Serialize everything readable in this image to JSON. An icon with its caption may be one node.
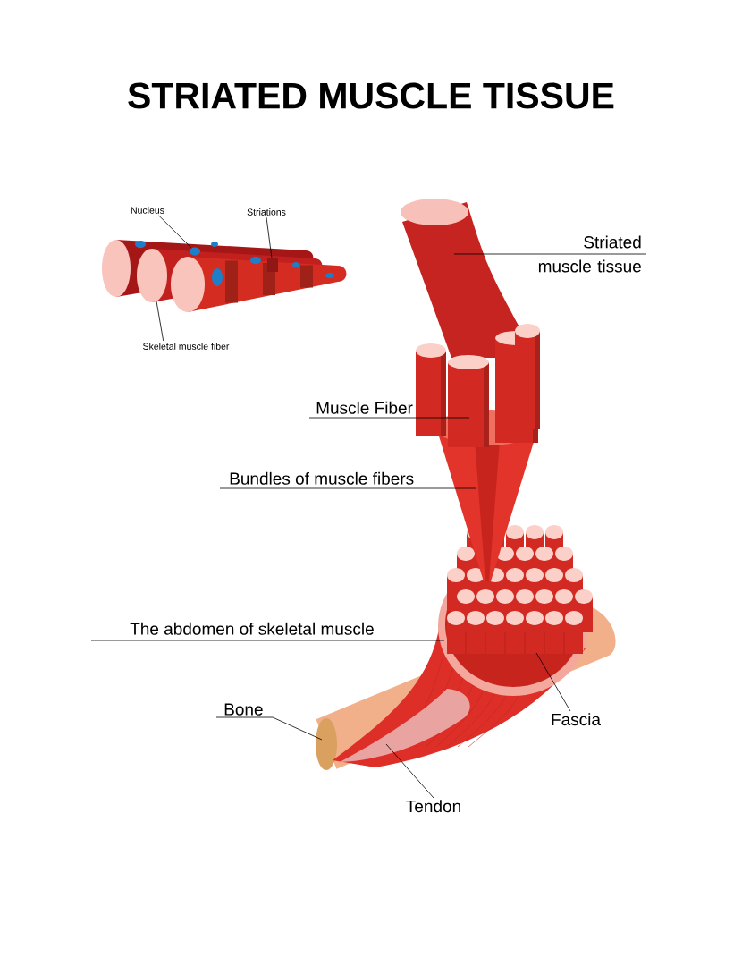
{
  "diagram": {
    "title": "STRIATED MUSCLE TISSUE",
    "nodes": [
      {
        "text": [
          "Nucleus"
        ]
      },
      {
        "text": [
          "Striations"
        ]
      },
      {
        "text": [
          "Striated muscle tissue"
        ]
      },
      {
        "text": [
          "Skeletal muscle fiber"
        ]
      },
      {
        "text": [
          "Muscle Fiber"
        ]
      },
      {
        "text": [
          "Bundles of muscle fibers"
        ]
      },
      {
        "text": [
          "The abdomen of skeletal muscle"
        ]
      },
      {
        "text": [
          "Bone"
        ]
      },
      {
        "text": [
          "Fascia"
        ]
      },
      {
        "text": [
          "Tendon"
        ]
      },
      {
        "text": [],
        "shape": "circle"
      },
      {
        "text": [],
        "shape": "bar"
      },
      {
        "text": [],
        "shape": "circle"
      }
    ],
    "edges": [
      {
        "from": 0,
        "to": 12,
        "arrow": "none"
      },
      {
        "from": 1,
        "to": 11,
        "arrow": "none"
      },
      {
        "from": 2,
        "to": null,
        "arrow": "none"
      },
      {
        "from": 3,
        "to": 10,
        "arrow": "none"
      },
      {
        "from": 4,
        "to": null,
        "arrow": "none"
      },
      {
        "from": 5,
        "to": null,
        "arrow": "none"
      },
      {
        "from": 6,
        "to": null,
        "arrow": "none"
      },
      {
        "from": 7,
        "to": null,
        "arrow": "none"
      },
      {
        "from": 8,
        "to": null,
        "arrow": "none"
      },
      {
        "from": 9,
        "to": null,
        "arrow": "none"
      }
    ]
  }
}
